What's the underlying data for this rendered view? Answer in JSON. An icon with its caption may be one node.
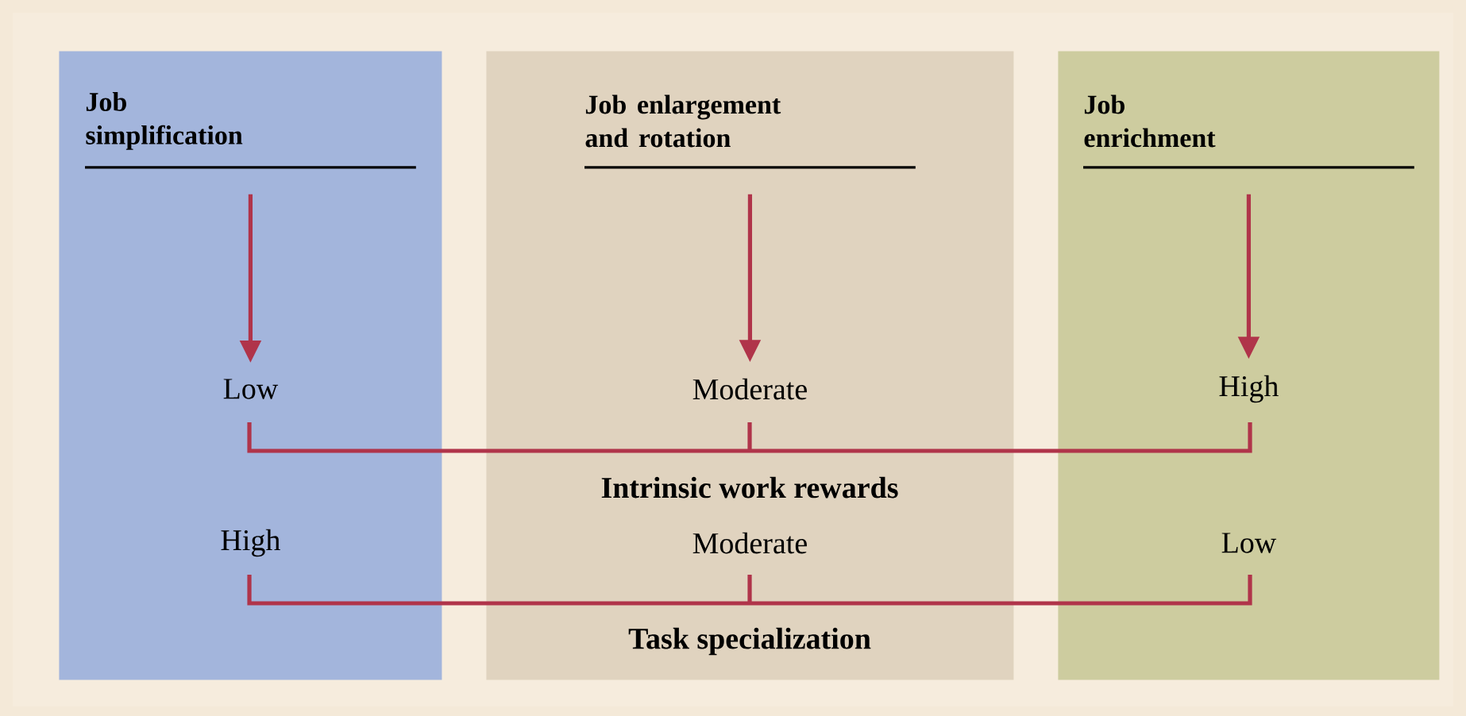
{
  "diagram": {
    "nodes": [
      {
        "text": [],
        "shape": "box"
      },
      {
        "text": [
          "Job simplification"
        ],
        "in": 0
      },
      {
        "text": [
          "Low"
        ],
        "in": 0
      },
      {
        "text": [
          "High"
        ],
        "in": 0
      },
      {
        "text": [],
        "shape": "box"
      },
      {
        "text": [
          "Job enlargement and rotation"
        ],
        "in": 4
      },
      {
        "text": [
          "Moderate"
        ],
        "in": 4
      },
      {
        "text": [
          "Moderate"
        ],
        "in": 4
      },
      {
        "text": [],
        "shape": "box"
      },
      {
        "text": [
          "Job enrichment"
        ],
        "in": 8
      },
      {
        "text": [
          "High"
        ],
        "in": 8
      },
      {
        "text": [
          "Low"
        ],
        "in": 8
      }
    ],
    "edges": [
      {
        "from": 1,
        "to": 2,
        "arrow": "to"
      },
      {
        "from": 5,
        "to": 6,
        "arrow": "to"
      },
      {
        "from": 9,
        "to": 10,
        "arrow": "to"
      }
    ],
    "labels": [
      "Intrinsic work rewards",
      "Task specialization"
    ]
  }
}
